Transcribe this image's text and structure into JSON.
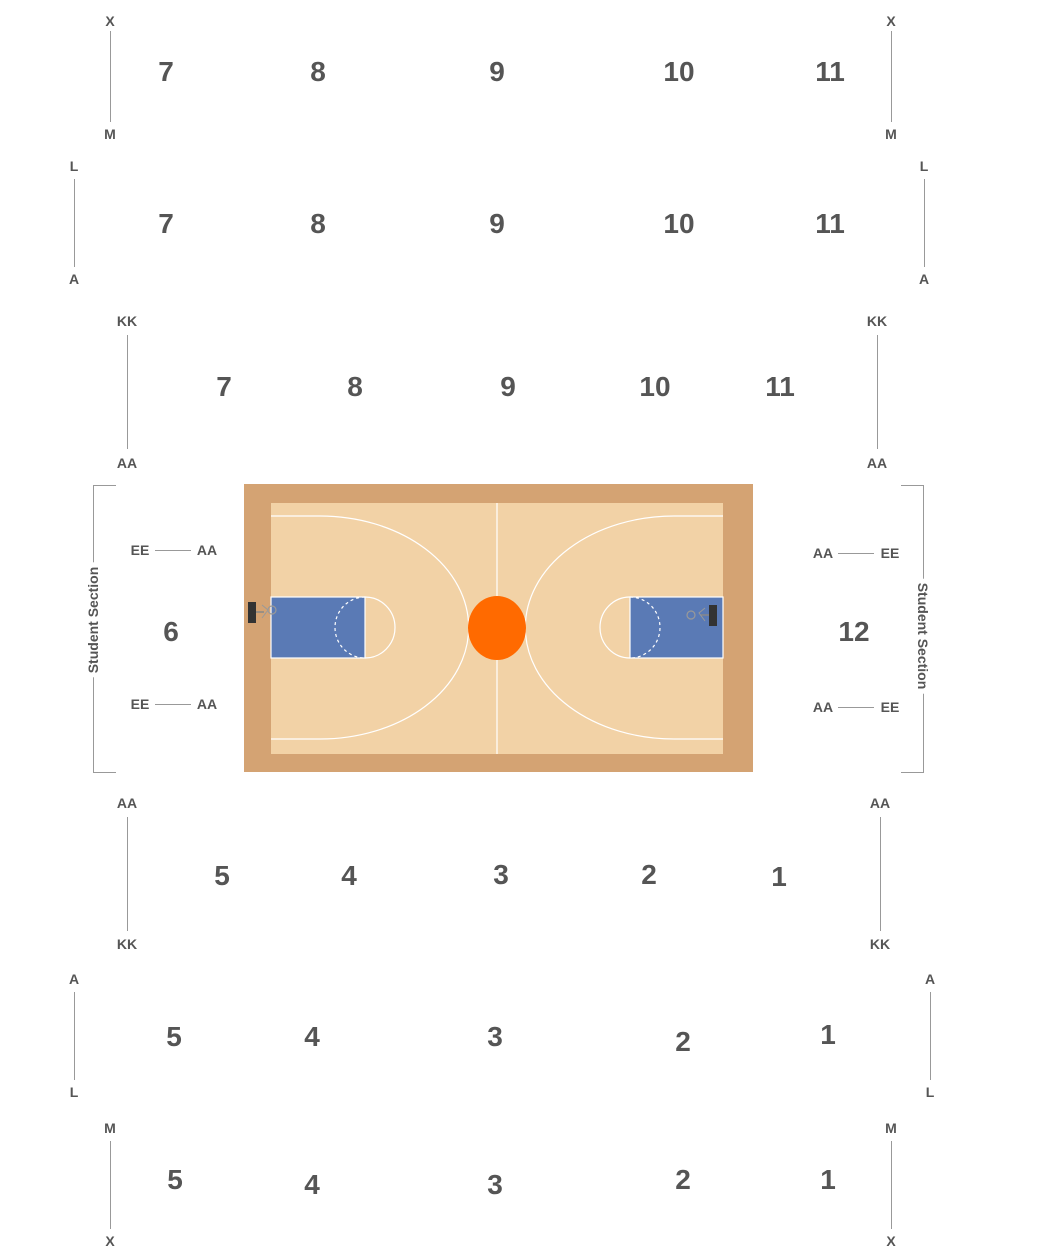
{
  "colors": {
    "court_border": "#d4a373",
    "court_floor": "#f2d2a6",
    "paint": "#5a7ab5",
    "center_circle": "#ff6a00",
    "court_lines": "#ffffff",
    "label_text": "#555555",
    "guide_lines": "#999999"
  },
  "sections": {
    "top_outer": [
      "7",
      "8",
      "9",
      "10",
      "11"
    ],
    "top_middle": [
      "7",
      "8",
      "9",
      "10",
      "11"
    ],
    "top_inner": [
      "7",
      "8",
      "9",
      "10",
      "11"
    ],
    "left_end": "6",
    "right_end": "12",
    "bottom_inner": [
      "5",
      "4",
      "3",
      "2",
      "1"
    ],
    "bottom_middle": [
      "5",
      "4",
      "3",
      "2",
      "1"
    ],
    "bottom_outer": [
      "5",
      "4",
      "3",
      "2",
      "1"
    ]
  },
  "rows": {
    "top_outer": {
      "top": "X",
      "bottom": "M"
    },
    "top_middle": {
      "top": "L",
      "bottom": "A"
    },
    "top_inner": {
      "top": "KK",
      "bottom": "AA"
    },
    "left_end_upper": {
      "left": "EE",
      "right": "AA"
    },
    "left_end_lower": {
      "left": "EE",
      "right": "AA"
    },
    "right_end_upper": {
      "left": "AA",
      "right": "EE"
    },
    "right_end_lower": {
      "left": "AA",
      "right": "EE"
    },
    "bottom_inner": {
      "top": "AA",
      "bottom": "KK"
    },
    "bottom_middle": {
      "top": "A",
      "bottom": "L"
    },
    "bottom_outer": {
      "top": "M",
      "bottom": "X"
    }
  },
  "student_section_label": "Student Section",
  "icons": [
    "basketball-court",
    "basket-hoop-icon"
  ]
}
